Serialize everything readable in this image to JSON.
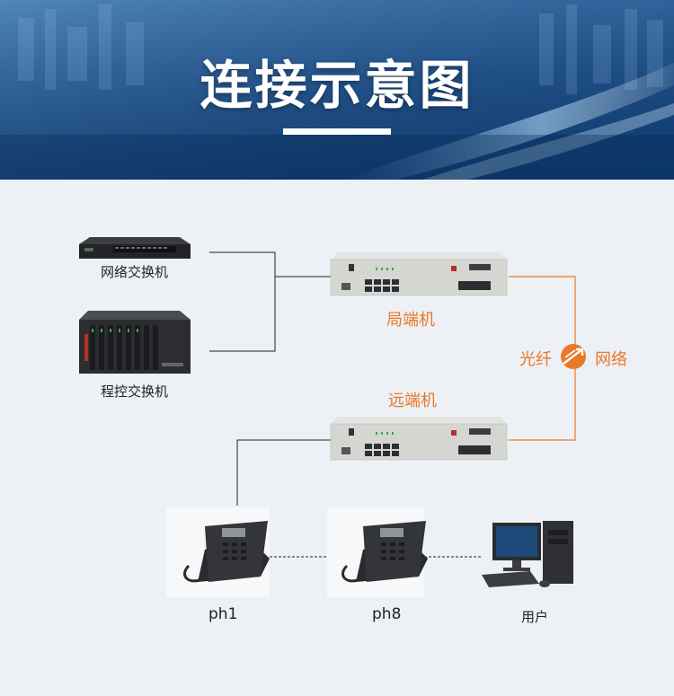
{
  "title": "连接示意图",
  "colors": {
    "accent": "#e8792a",
    "line": "#222222",
    "banner": "#1a4a82"
  },
  "devices": {
    "switch_label": "网络交换机",
    "pbx_label": "程控交换机",
    "local_label": "局端机",
    "remote_label": "远端机",
    "fiber_left": "光纤",
    "fiber_right": "网络",
    "phone1_label": "ph1",
    "phone8_label": "ph8",
    "user_label": "用户"
  }
}
